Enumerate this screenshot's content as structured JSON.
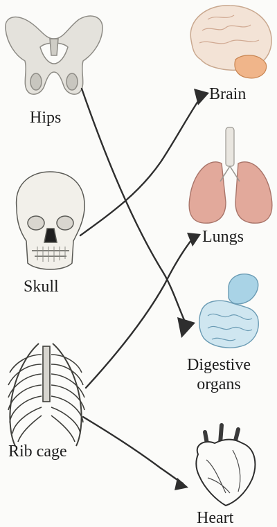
{
  "left_items": [
    {
      "id": "hips",
      "label": "Hips",
      "icon": "pelvis-icon"
    },
    {
      "id": "skull",
      "label": "Skull",
      "icon": "skull-icon"
    },
    {
      "id": "ribcage",
      "label": "Rib cage",
      "icon": "ribcage-icon"
    }
  ],
  "right_items": [
    {
      "id": "brain",
      "label": "Brain",
      "icon": "brain-icon"
    },
    {
      "id": "lungs",
      "label": "Lungs",
      "icon": "lungs-icon"
    },
    {
      "id": "digestive",
      "label_line1": "Digestive",
      "label_line2": "organs",
      "icon": "digestive-organs-icon"
    },
    {
      "id": "heart",
      "label": "Heart",
      "icon": "heart-icon"
    }
  ],
  "connections": [
    {
      "from": "hips",
      "to": "digestive"
    },
    {
      "from": "skull",
      "to": "brain"
    },
    {
      "from": "ribcage",
      "to": "lungs"
    },
    {
      "from": "ribcage",
      "to": "heart"
    }
  ],
  "colors": {
    "bone": "#e4e2dc",
    "bone_shade": "#a9a7a0",
    "brain": "#f3e3d6",
    "cerebellum": "#f0b58a",
    "lungs": "#e2a99b",
    "digestive": "#a9d3e6",
    "heart": "#3a3a3a",
    "arrow": "#2e2e2e"
  }
}
